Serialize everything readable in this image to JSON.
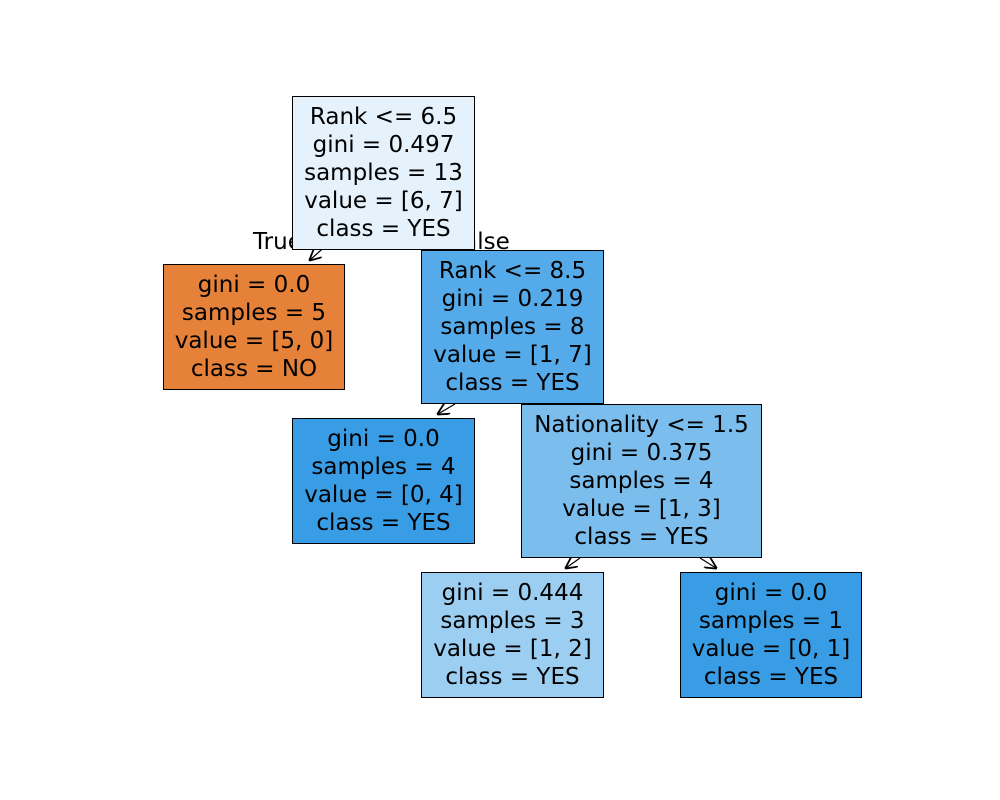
{
  "edge_labels": {
    "true_label": "True",
    "false_label": "False"
  },
  "colors": {
    "class_no": "#e58139",
    "class_yes_pure": "#399de5",
    "root_fill": "#e5f2fc",
    "node1_fill": "#55aae9",
    "node3_fill": "#7bbeee",
    "node4_fill": "#9ccef2"
  },
  "nodes": [
    {
      "id": "root",
      "lines": [
        "Rank <= 6.5",
        "gini = 0.497",
        "samples = 13",
        "value = [6, 7]",
        "class = YES"
      ]
    },
    {
      "id": "left-leaf",
      "lines": [
        "gini = 0.0",
        "samples = 5",
        "value = [5, 0]",
        "class = NO"
      ]
    },
    {
      "id": "rank-split",
      "lines": [
        "Rank <= 8.5",
        "gini = 0.219",
        "samples = 8",
        "value = [1, 7]",
        "class = YES"
      ]
    },
    {
      "id": "leaf-4",
      "lines": [
        "gini = 0.0",
        "samples = 4",
        "value = [0, 4]",
        "class = YES"
      ]
    },
    {
      "id": "nationality-split",
      "lines": [
        "Nationality <= 1.5",
        "gini = 0.375",
        "samples = 4",
        "value = [1, 3]",
        "class = YES"
      ]
    },
    {
      "id": "leaf-3",
      "lines": [
        "gini = 0.444",
        "samples = 3",
        "value = [1, 2]",
        "class = YES"
      ]
    },
    {
      "id": "leaf-1",
      "lines": [
        "gini = 0.0",
        "samples = 1",
        "value = [0, 1]",
        "class = YES"
      ]
    }
  ]
}
